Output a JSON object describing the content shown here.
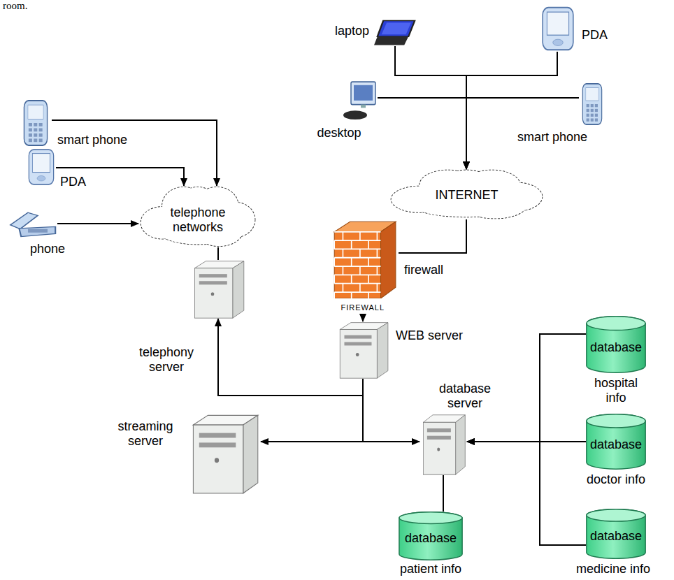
{
  "diagram": {
    "nodes": [
      {
        "text": [
          "laptop"
        ]
      },
      {
        "text": [
          "PDA"
        ]
      },
      {
        "text": [
          "desktop"
        ]
      },
      {
        "text": [
          "smart phone"
        ]
      },
      {
        "text": [
          "smart phone"
        ]
      },
      {
        "text": [
          "PDA"
        ]
      },
      {
        "text": [
          "phone"
        ]
      },
      {
        "text": [
          "telephone networks"
        ]
      },
      {
        "text": [
          "INTERNET"
        ]
      },
      {
        "text": [
          "firewall",
          "FIREWALL"
        ]
      },
      {
        "text": [
          "telephony server"
        ]
      },
      {
        "text": [
          "WEB server"
        ]
      },
      {
        "text": [
          "database",
          "hospital info"
        ]
      },
      {
        "text": [
          "database server"
        ]
      },
      {
        "text": [
          "database",
          "doctor info"
        ]
      },
      {
        "text": [
          "streaming server"
        ]
      },
      {
        "text": [
          "database",
          "patient info"
        ]
      },
      {
        "text": [
          "database",
          "medicine info"
        ]
      }
    ],
    "edges": [
      {
        "from": 0,
        "to": 8,
        "arrow": "to"
      },
      {
        "from": 1,
        "to": 8,
        "arrow": "to"
      },
      {
        "from": 2,
        "to": 8,
        "arrow": "to"
      },
      {
        "from": 3,
        "to": 8,
        "arrow": "to"
      },
      {
        "from": 4,
        "to": 7,
        "arrow": "to"
      },
      {
        "from": 5,
        "to": 7,
        "arrow": "to"
      },
      {
        "from": 6,
        "to": 7,
        "arrow": "to"
      },
      {
        "from": 7,
        "to": 10,
        "arrow": "none"
      },
      {
        "from": 8,
        "to": 9,
        "arrow": "none"
      },
      {
        "from": 9,
        "to": 11,
        "arrow": "to"
      },
      {
        "from": 11,
        "to": 10,
        "arrow": "to"
      },
      {
        "from": 11,
        "to": 15,
        "arrow": "to"
      },
      {
        "from": 11,
        "to": 13,
        "arrow": "to"
      },
      {
        "from": 12,
        "to": 13,
        "arrow": "to"
      },
      {
        "from": 14,
        "to": 13,
        "arrow": "to"
      },
      {
        "from": 17,
        "to": 13,
        "arrow": "to"
      },
      {
        "from": 13,
        "to": 16,
        "arrow": "none"
      }
    ],
    "labels": [
      "room."
    ]
  }
}
